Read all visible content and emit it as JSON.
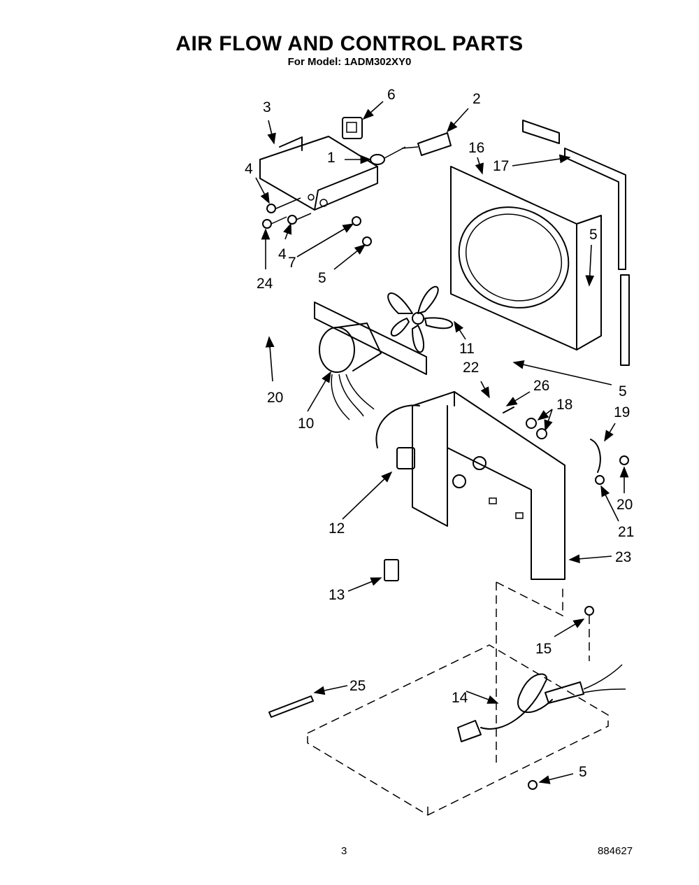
{
  "header": {
    "title": "AIR FLOW AND CONTROL PARTS",
    "subtitle": "For Model: 1ADM302XY0"
  },
  "footer": {
    "page_number": "3",
    "document_number": "884627"
  },
  "callouts": [
    {
      "id": "c6",
      "label": "6"
    },
    {
      "id": "c2",
      "label": "2"
    },
    {
      "id": "c3",
      "label": "3"
    },
    {
      "id": "c1",
      "label": "1"
    },
    {
      "id": "c16",
      "label": "16"
    },
    {
      "id": "c17",
      "label": "17"
    },
    {
      "id": "c4a",
      "label": "4"
    },
    {
      "id": "c4b",
      "label": "4"
    },
    {
      "id": "c7",
      "label": "7"
    },
    {
      "id": "c24",
      "label": "24"
    },
    {
      "id": "c5a",
      "label": "5"
    },
    {
      "id": "c5b",
      "label": "5"
    },
    {
      "id": "c5c",
      "label": "5"
    },
    {
      "id": "c5d",
      "label": "5"
    },
    {
      "id": "c11",
      "label": "11"
    },
    {
      "id": "c20a",
      "label": "20"
    },
    {
      "id": "c10",
      "label": "10"
    },
    {
      "id": "c22",
      "label": "22"
    },
    {
      "id": "c26",
      "label": "26"
    },
    {
      "id": "c18",
      "label": "18"
    },
    {
      "id": "c19",
      "label": "19"
    },
    {
      "id": "c20b",
      "label": "20"
    },
    {
      "id": "c21",
      "label": "21"
    },
    {
      "id": "c12",
      "label": "12"
    },
    {
      "id": "c23",
      "label": "23"
    },
    {
      "id": "c13",
      "label": "13"
    },
    {
      "id": "c15",
      "label": "15"
    },
    {
      "id": "c14",
      "label": "14"
    },
    {
      "id": "c25",
      "label": "25"
    }
  ]
}
